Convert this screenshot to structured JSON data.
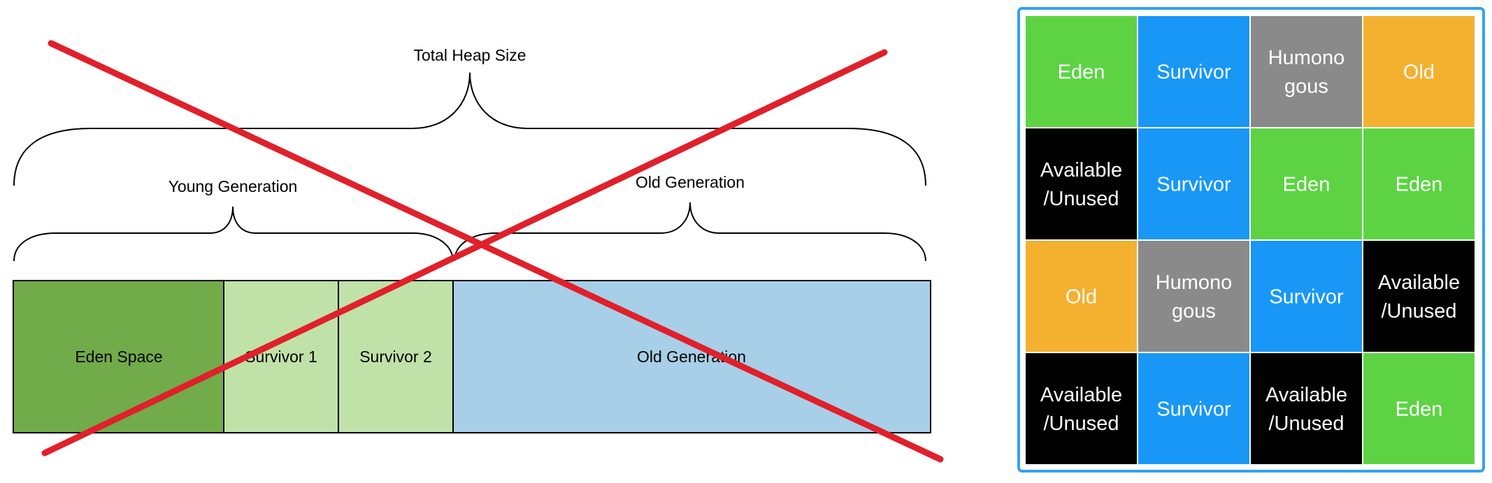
{
  "left_diagram": {
    "brace_labels": {
      "total": "Total Heap Size",
      "young": "Young Generation",
      "old": "Old Generation"
    },
    "segments": [
      {
        "label": "Eden Space",
        "color": "#72ab4a"
      },
      {
        "label": "Survivor 1",
        "color": "#c0e2a8"
      },
      {
        "label": "Survivor 2",
        "color": "#c0e2a8"
      },
      {
        "label": "Old Generation",
        "color": "#a8cfe8"
      }
    ],
    "cross_color": "#e0202b"
  },
  "right_grid": {
    "border_color": "#33a2ee",
    "colors": {
      "Eden": "#5dd344",
      "Survivor": "#1897f6",
      "Humongous": "#8a8a8a",
      "Old": "#f4b130",
      "Available": "#000000"
    },
    "rows": [
      [
        {
          "type": "Eden",
          "lines": [
            "Eden"
          ]
        },
        {
          "type": "Survivor",
          "lines": [
            "Survivor"
          ]
        },
        {
          "type": "Humongous",
          "lines": [
            "Humono",
            "gous"
          ]
        },
        {
          "type": "Old",
          "lines": [
            "Old"
          ]
        }
      ],
      [
        {
          "type": "Available",
          "lines": [
            "Available",
            "/Unused"
          ]
        },
        {
          "type": "Survivor",
          "lines": [
            "Survivor"
          ]
        },
        {
          "type": "Eden",
          "lines": [
            "Eden"
          ]
        },
        {
          "type": "Eden",
          "lines": [
            "Eden"
          ]
        }
      ],
      [
        {
          "type": "Old",
          "lines": [
            "Old"
          ]
        },
        {
          "type": "Humongous",
          "lines": [
            "Humono",
            "gous"
          ]
        },
        {
          "type": "Survivor",
          "lines": [
            "Survivor"
          ]
        },
        {
          "type": "Available",
          "lines": [
            "Available",
            "/Unused"
          ]
        }
      ],
      [
        {
          "type": "Available",
          "lines": [
            "Available",
            "/Unused"
          ]
        },
        {
          "type": "Survivor",
          "lines": [
            "Survivor"
          ]
        },
        {
          "type": "Available",
          "lines": [
            "Available",
            "/Unused"
          ]
        },
        {
          "type": "Eden",
          "lines": [
            "Eden"
          ]
        }
      ]
    ]
  }
}
